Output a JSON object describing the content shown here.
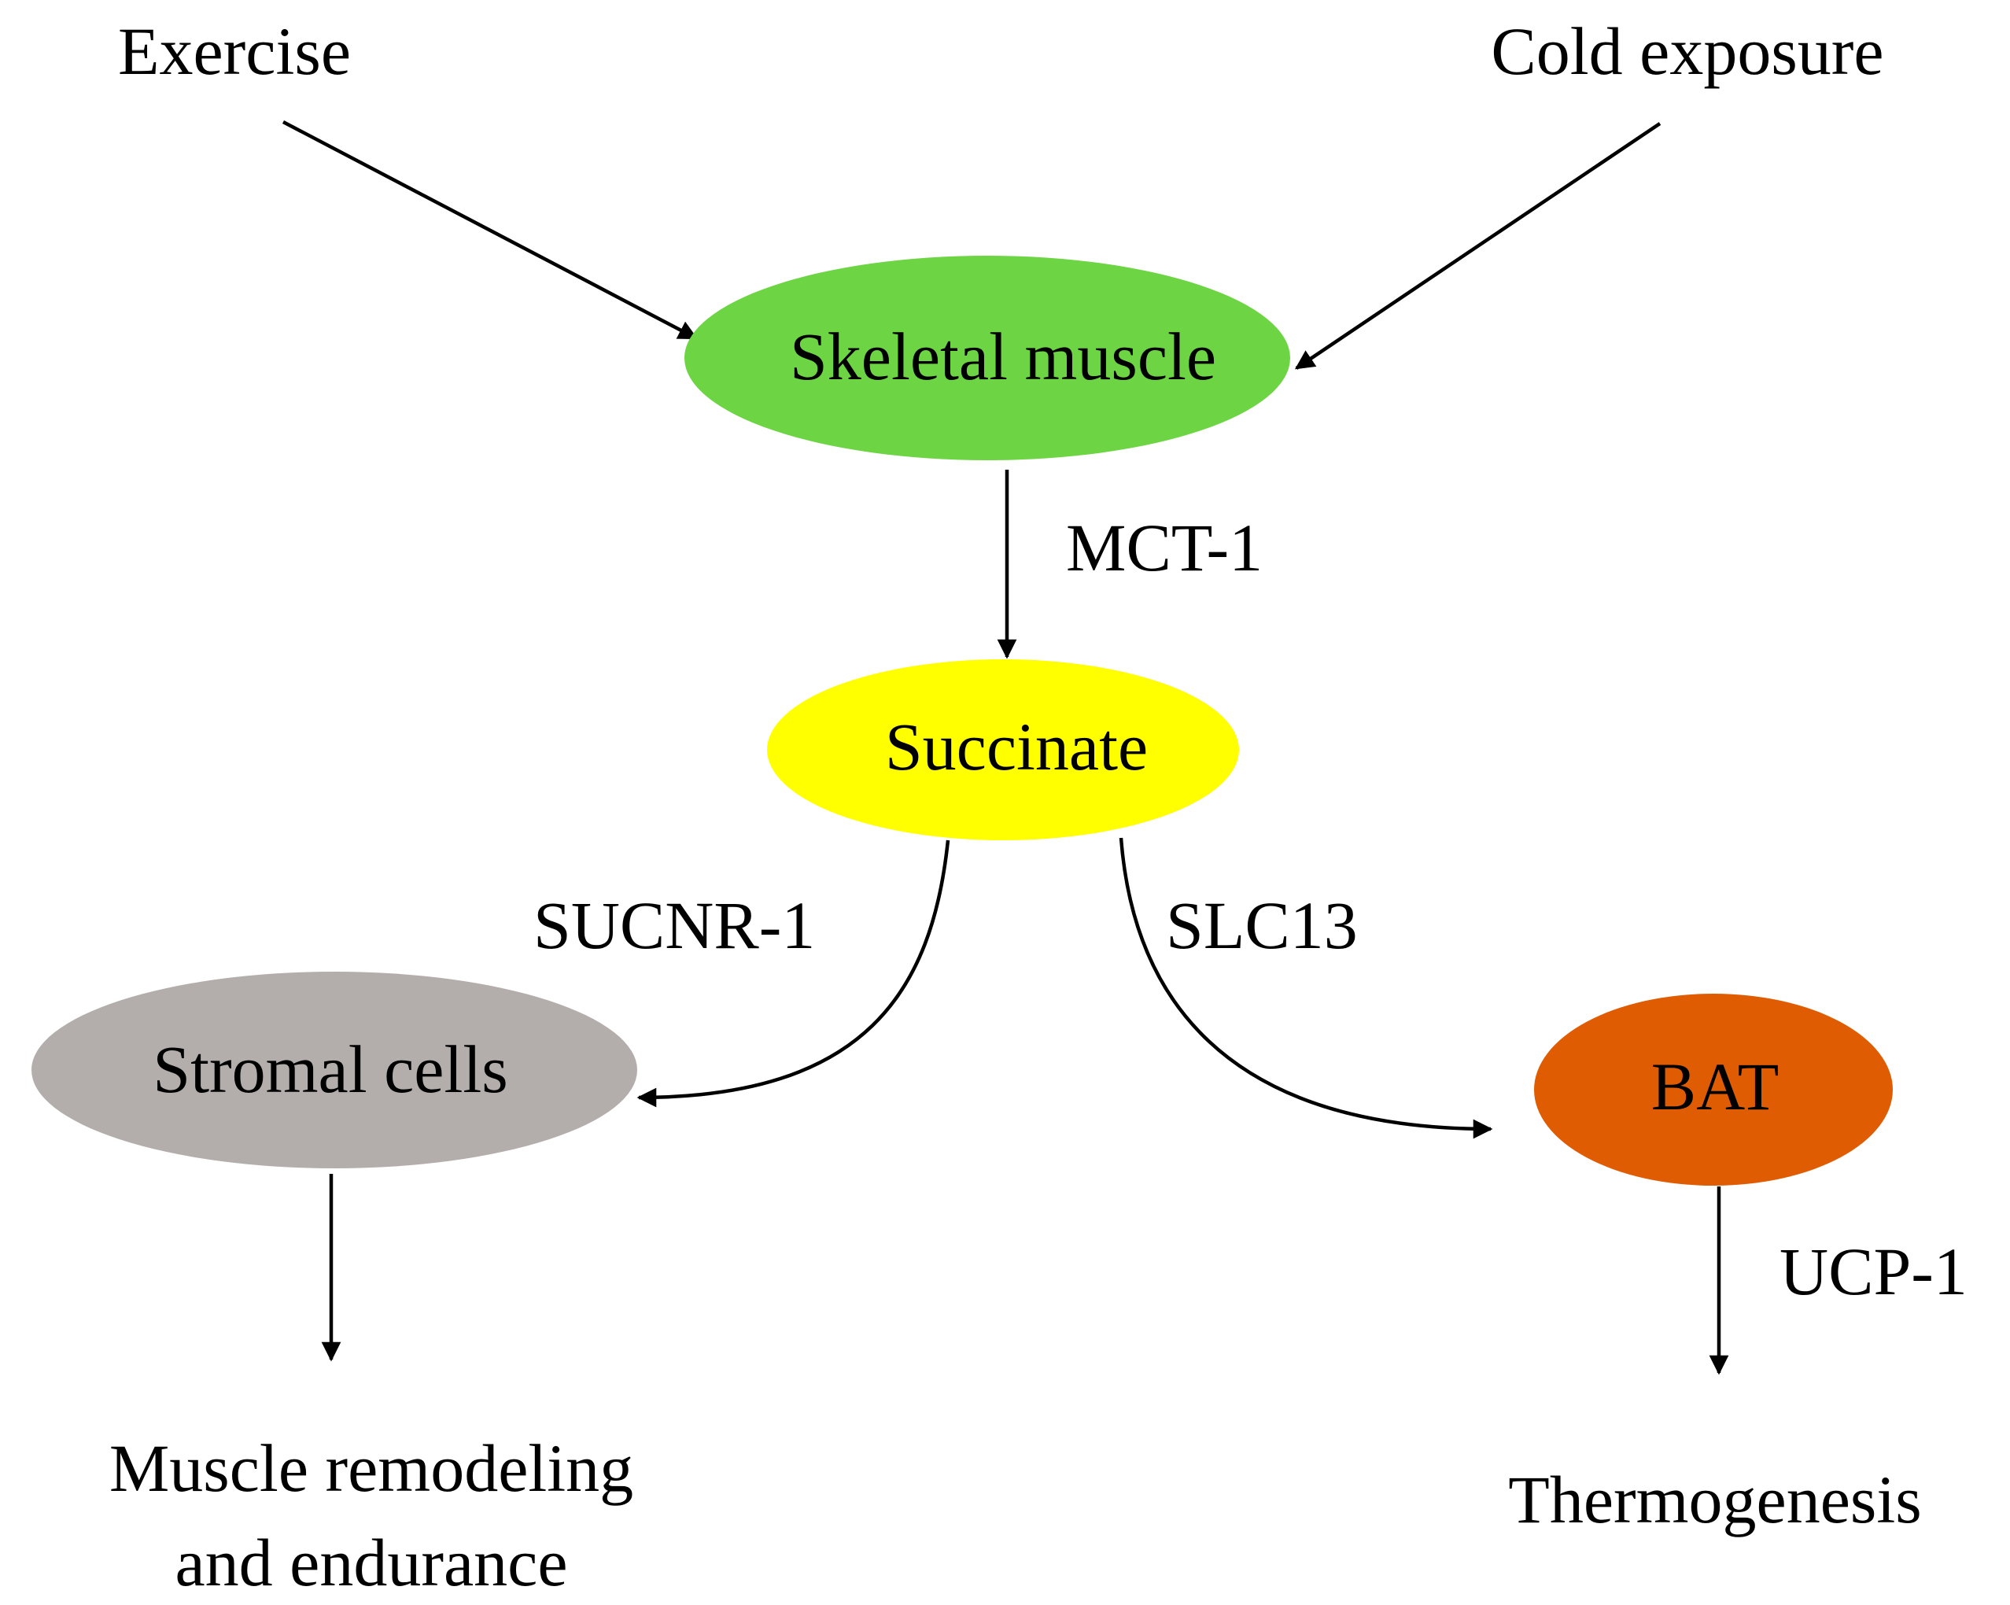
{
  "diagram": {
    "inputs": {
      "exercise": "Exercise",
      "cold_exposure": "Cold exposure"
    },
    "nodes": {
      "skeletal_muscle": {
        "label": "Skeletal muscle",
        "color": "#6dd444"
      },
      "succinate": {
        "label": "Succinate",
        "color": "#ffff00"
      },
      "stromal_cells": {
        "label": "Stromal cells",
        "color": "#b3aeab"
      },
      "bat": {
        "label": "BAT",
        "color": "#e05c02"
      }
    },
    "edge_labels": {
      "mct1": "MCT-1",
      "sucnr1": "SUCNR-1",
      "slc13": "SLC13",
      "ucp1": "UCP-1"
    },
    "outputs": {
      "muscle_line1": "Muscle remodeling",
      "muscle_line2": "and endurance",
      "thermogenesis": "Thermogenesis"
    }
  }
}
